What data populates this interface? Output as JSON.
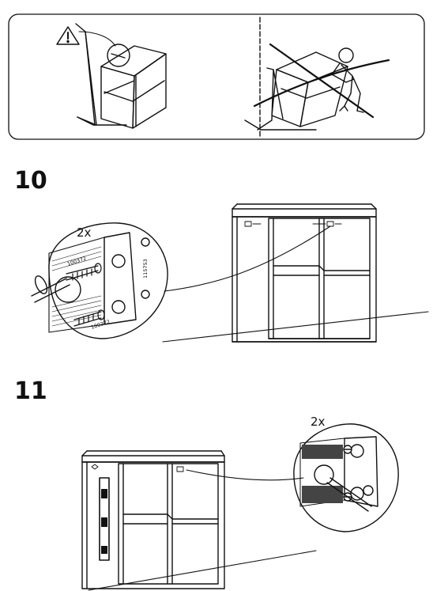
{
  "safety_panel": {
    "warning_icon": "warning-triangle-icon",
    "wrong_action_icon": "prohibited-cross-icon"
  },
  "steps": [
    {
      "number": "10",
      "callout_label": "2x",
      "part_numbers": [
        "100372",
        "100372",
        "115753"
      ]
    },
    {
      "number": "11",
      "callout_label": "2x",
      "level_tool_icon": "spirit-level-icon"
    }
  ]
}
